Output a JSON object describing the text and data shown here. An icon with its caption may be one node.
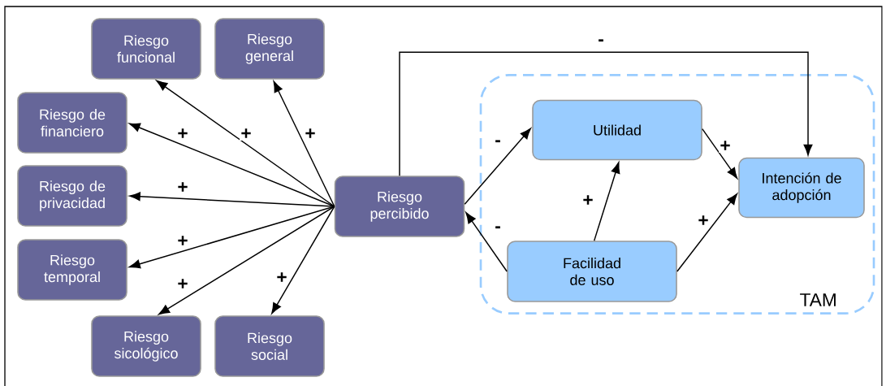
{
  "diagram": {
    "nodes": [
      {
        "text": [
          "Riesgo funcional"
        ]
      },
      {
        "text": [
          "Riesgo general"
        ]
      },
      {
        "text": [
          "Riesgo de financiero"
        ]
      },
      {
        "text": [
          "Riesgo de privacidad"
        ]
      },
      {
        "text": [
          "Riesgo temporal"
        ]
      },
      {
        "text": [
          "Riesgo sicológico"
        ]
      },
      {
        "text": [
          "Riesgo social"
        ]
      },
      {
        "text": [
          "Riesgo percibido"
        ]
      },
      {
        "text": [
          "TAM"
        ]
      },
      {
        "text": [
          "Utilidad"
        ],
        "in": 8
      },
      {
        "text": [
          "Facilidad de uso"
        ],
        "in": 8
      },
      {
        "text": [
          "Intención de adopción"
        ],
        "in": 8
      }
    ],
    "edges": [
      {
        "from": 7,
        "to": 0,
        "arrow": "to",
        "label": "+"
      },
      {
        "from": 7,
        "to": 1,
        "arrow": "to",
        "label": "+"
      },
      {
        "from": 7,
        "to": 2,
        "arrow": "to",
        "label": "+"
      },
      {
        "from": 7,
        "to": 3,
        "arrow": "to",
        "label": "+"
      },
      {
        "from": 7,
        "to": 4,
        "arrow": "to",
        "label": "+"
      },
      {
        "from": 7,
        "to": 5,
        "arrow": "to",
        "label": "+"
      },
      {
        "from": 7,
        "to": 6,
        "arrow": "to",
        "label": "+"
      },
      {
        "from": 7,
        "to": 11,
        "arrow": "to",
        "label": "-"
      },
      {
        "from": 7,
        "to": 9,
        "arrow": "to",
        "label": "-"
      },
      {
        "from": 10,
        "to": 7,
        "arrow": "to",
        "label": "-"
      },
      {
        "from": 10,
        "to": 9,
        "arrow": "to",
        "label": "+"
      },
      {
        "from": 9,
        "to": 11,
        "arrow": "to",
        "label": "+"
      },
      {
        "from": 10,
        "to": 11,
        "arrow": "to",
        "label": "+"
      }
    ]
  }
}
